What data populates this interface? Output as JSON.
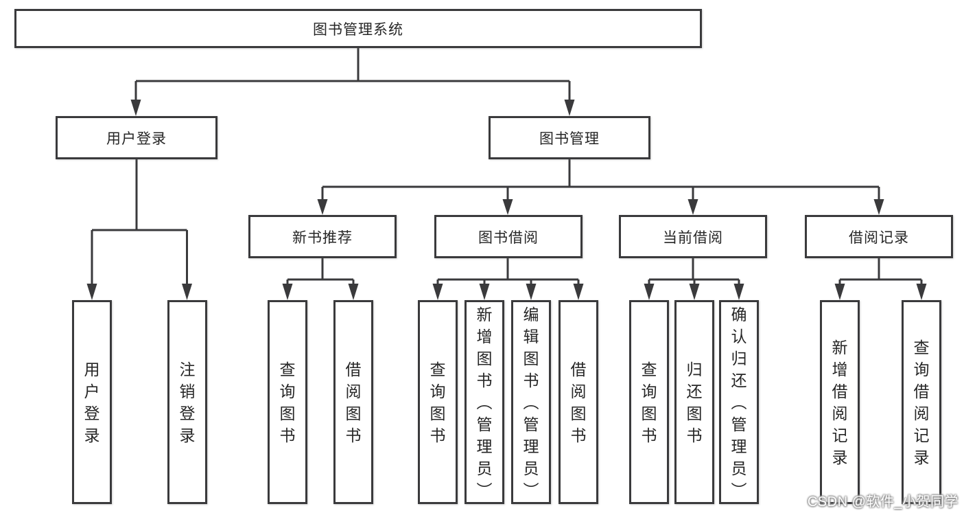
{
  "diagram": {
    "root": {
      "label": "图书管理系统"
    },
    "level1": {
      "user_login": {
        "label": "用户登录"
      },
      "book_management": {
        "label": "图书管理"
      }
    },
    "level2": {
      "new_book_recommend": {
        "label": "新书推荐"
      },
      "book_borrowing": {
        "label": "图书借阅"
      },
      "current_borrowing": {
        "label": "当前借阅"
      },
      "borrowing_records": {
        "label": "借阅记录"
      }
    },
    "leaves": {
      "user_login": "用户登录",
      "logout": "注销登录",
      "nbr_query_books": "查询图书",
      "nbr_borrow_books": "借阅图书",
      "bb_query_books": "查询图书",
      "bb_add_books_admin": "新增图书（管理员）",
      "bb_edit_books_admin": "编辑图书（管理员）",
      "bb_borrow_books": "借阅图书",
      "cb_query_books": "查询图书",
      "cb_return_books": "归还图书",
      "cb_confirm_return_admin": "确认归还（管理员）",
      "br_add_record": "新增借阅记录",
      "br_query_record": "查询借阅记录"
    },
    "colors": {
      "line": "#3a3a3c",
      "text": "#262626",
      "background": "#ffffff"
    }
  },
  "watermark": {
    "text": "CSDN @软件_小贺同学"
  }
}
